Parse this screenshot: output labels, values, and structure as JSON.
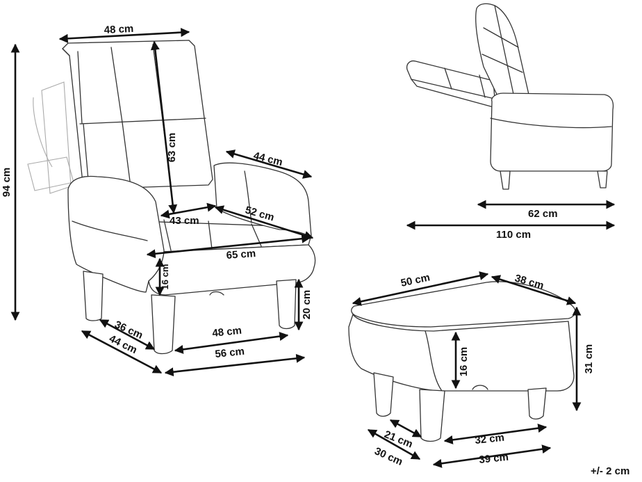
{
  "chair": {
    "back_width": "48 cm",
    "back_height": "63 cm",
    "total_height": "94 cm",
    "arm_length": "44 cm",
    "seat_width": "43 cm",
    "seat_depth": "52 cm",
    "front_width": "65 cm",
    "seat_thickness": "16 cm",
    "leg_height": "20 cm",
    "leg_depth_inner": "36 cm",
    "leg_depth_outer": "44 cm",
    "leg_width_inner": "48 cm",
    "leg_width_outer": "56 cm"
  },
  "side_view": {
    "depth_upright": "62 cm",
    "depth_reclined": "110 cm"
  },
  "ottoman": {
    "top_width": "50 cm",
    "top_depth": "38 cm",
    "cushion_height": "16 cm",
    "total_height": "31 cm",
    "leg_depth_inner": "21 cm",
    "leg_depth_outer": "30 cm",
    "leg_width_inner": "32 cm",
    "leg_width_outer": "39 cm"
  },
  "tolerance": "+/- 2 cm"
}
